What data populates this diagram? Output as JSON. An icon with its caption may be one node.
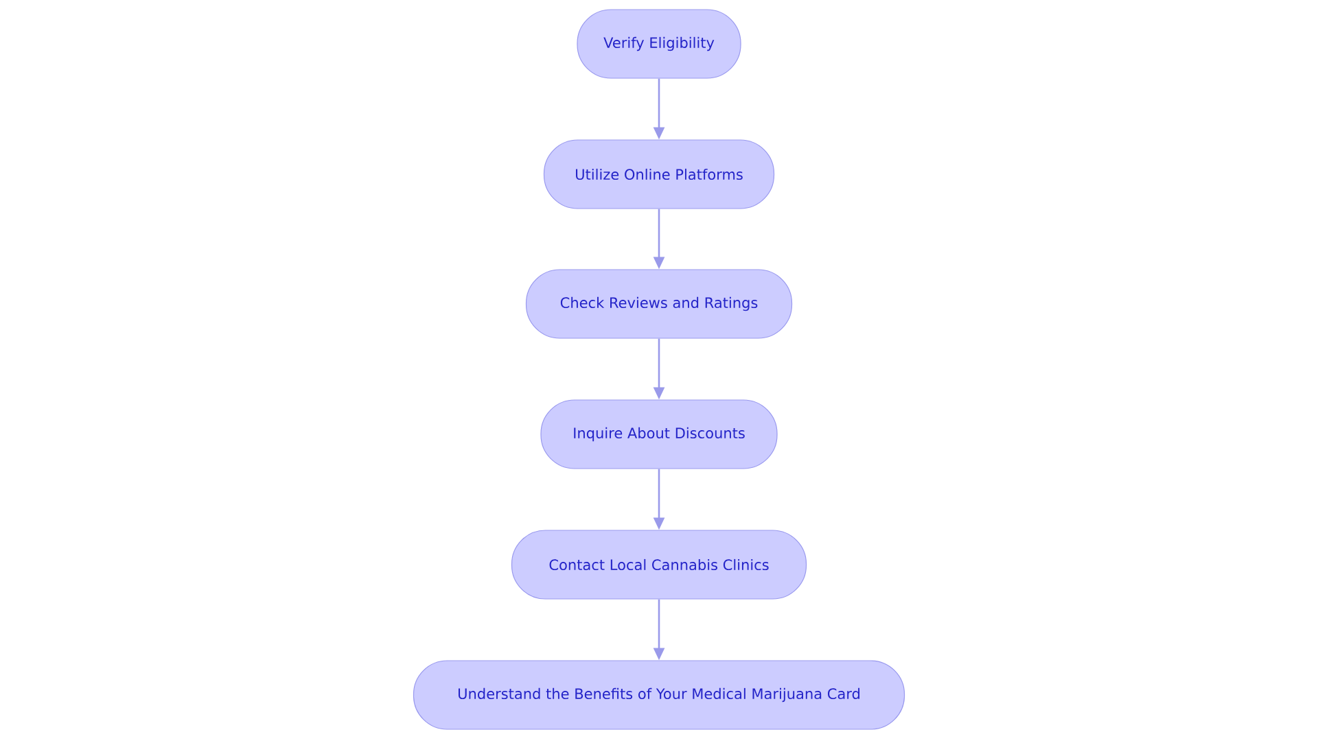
{
  "diagram": {
    "nodes": [
      {
        "text": [
          "Verify Eligibility"
        ]
      },
      {
        "text": [
          "Utilize Online Platforms"
        ]
      },
      {
        "text": [
          "Check Reviews and Ratings"
        ]
      },
      {
        "text": [
          "Inquire About Discounts"
        ]
      },
      {
        "text": [
          "Contact Local Cannabis Clinics"
        ]
      },
      {
        "text": [
          "Understand the Benefits of Your Medical Marijuana Card"
        ]
      }
    ],
    "edges": [
      {
        "from": 0,
        "to": 1,
        "arrow": "to"
      },
      {
        "from": 1,
        "to": 2,
        "arrow": "to"
      },
      {
        "from": 2,
        "to": 3,
        "arrow": "to"
      },
      {
        "from": 3,
        "to": 4,
        "arrow": "to"
      },
      {
        "from": 4,
        "to": 5,
        "arrow": "to"
      }
    ]
  }
}
